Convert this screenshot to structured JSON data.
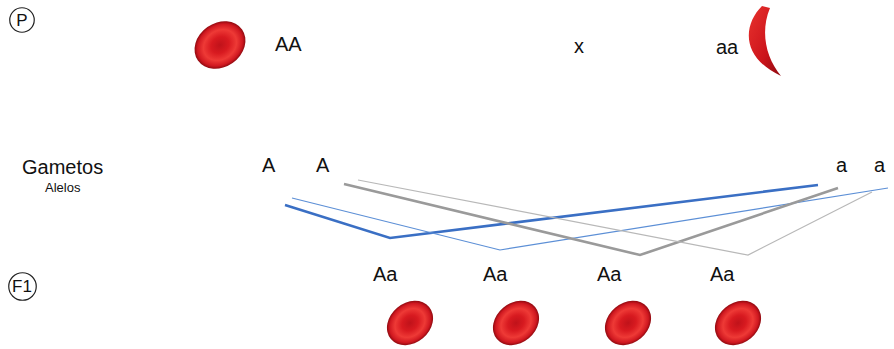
{
  "diagram": {
    "nodes": [
      {
        "text": [
          "P"
        ]
      },
      {
        "text": [
          "F1"
        ]
      }
    ],
    "labels": [
      "AA",
      "x",
      "aa",
      "Gametos",
      "Alelos",
      "A",
      "A",
      "a",
      "a",
      "Aa",
      "Aa",
      "Aa",
      "Aa"
    ]
  }
}
